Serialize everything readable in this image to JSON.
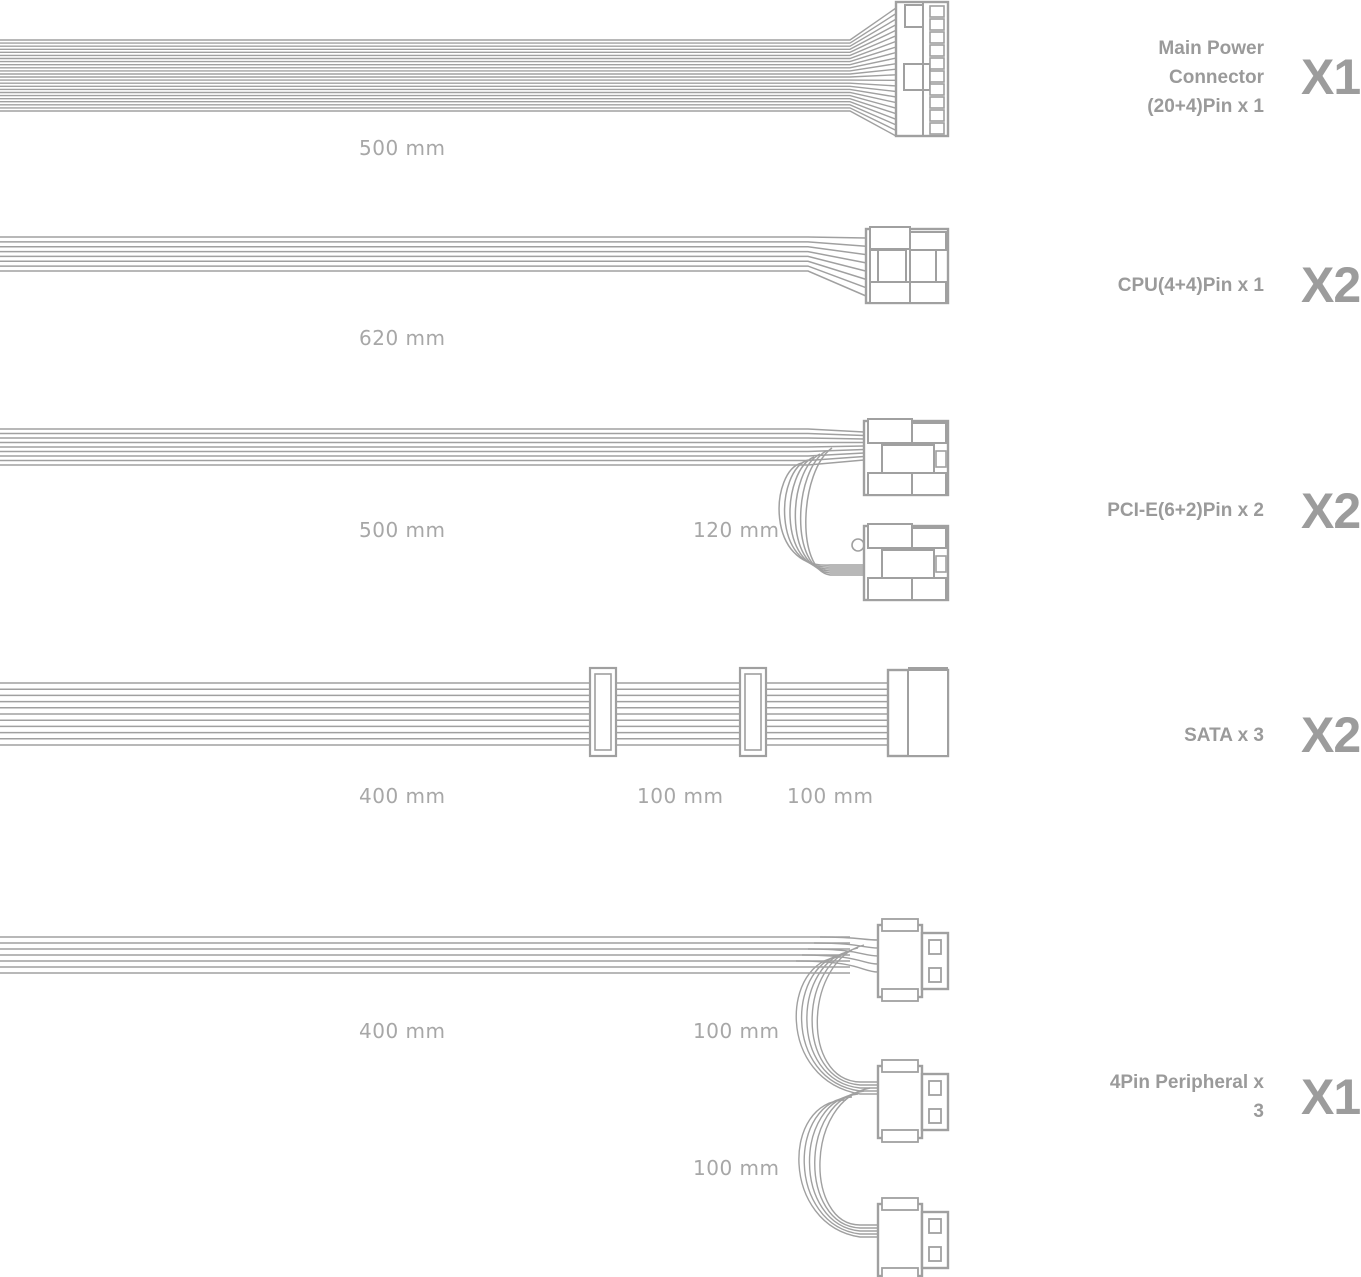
{
  "cables": [
    {
      "name": "Main Power\nConnector\n(20+4)Pin x 1",
      "qty": "X1",
      "lengths": [
        "500 mm"
      ]
    },
    {
      "name": "CPU(4+4)Pin x 1",
      "qty": "X2",
      "lengths": [
        "620 mm"
      ]
    },
    {
      "name": "PCI-E(6+2)Pin x 2",
      "qty": "X2",
      "lengths": [
        "500 mm",
        "120 mm"
      ]
    },
    {
      "name": "SATA x 3",
      "qty": "X2",
      "lengths": [
        "400 mm",
        "100 mm",
        "100 mm"
      ]
    },
    {
      "name": "4Pin Peripheral x\n3",
      "qty": "X1",
      "lengths": [
        "400 mm",
        "100 mm",
        "100 mm"
      ]
    }
  ],
  "colors": {
    "line": "#a0a0a0",
    "text": "#9c9c9c",
    "background": "#ffffff"
  }
}
